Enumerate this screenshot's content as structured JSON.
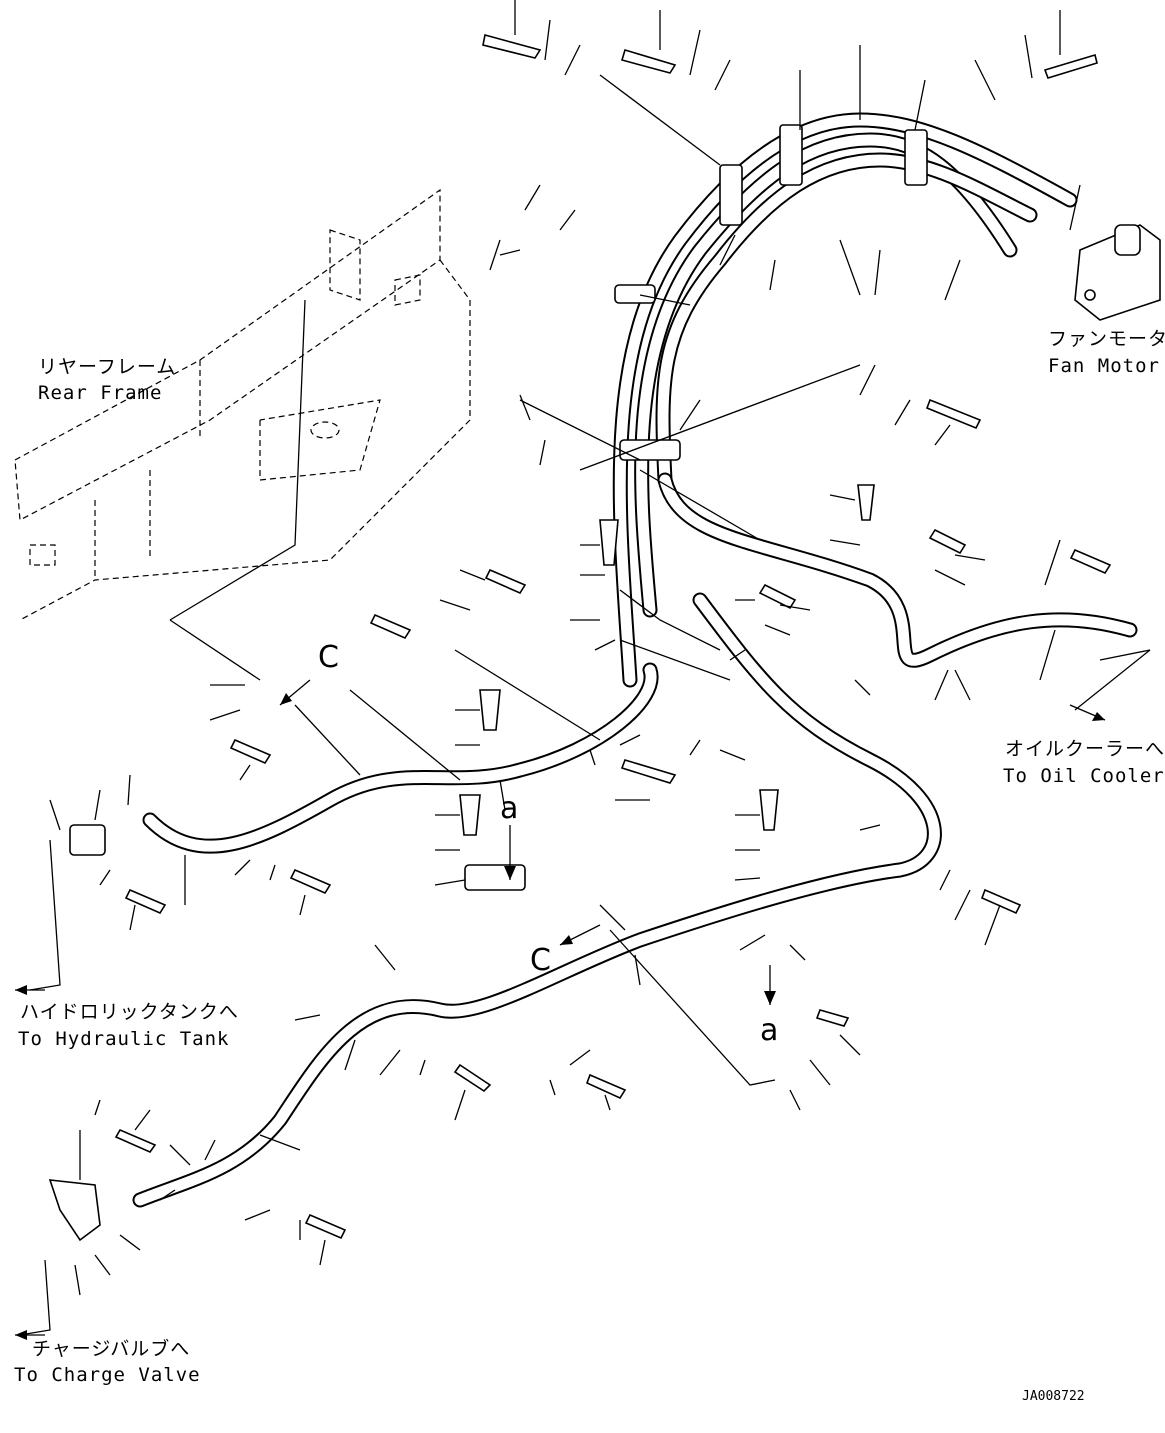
{
  "labels": {
    "rear_frame_jp": "リヤーフレーム",
    "rear_frame_en": "Rear Frame",
    "fan_motor_jp": "ファンモータ",
    "fan_motor_en": "Fan Motor",
    "oil_cooler_jp": "オイルクーラーへ",
    "oil_cooler_en": "To Oil Cooler",
    "hyd_tank_jp": "ハイドロリックタンクへ",
    "hyd_tank_en": "To Hydraulic Tank",
    "charge_valve_jp": "チャージバルブへ",
    "charge_valve_en": "To Charge Valve",
    "callout_c": "C",
    "callout_a": "a",
    "drawing_code": "JA008722"
  }
}
